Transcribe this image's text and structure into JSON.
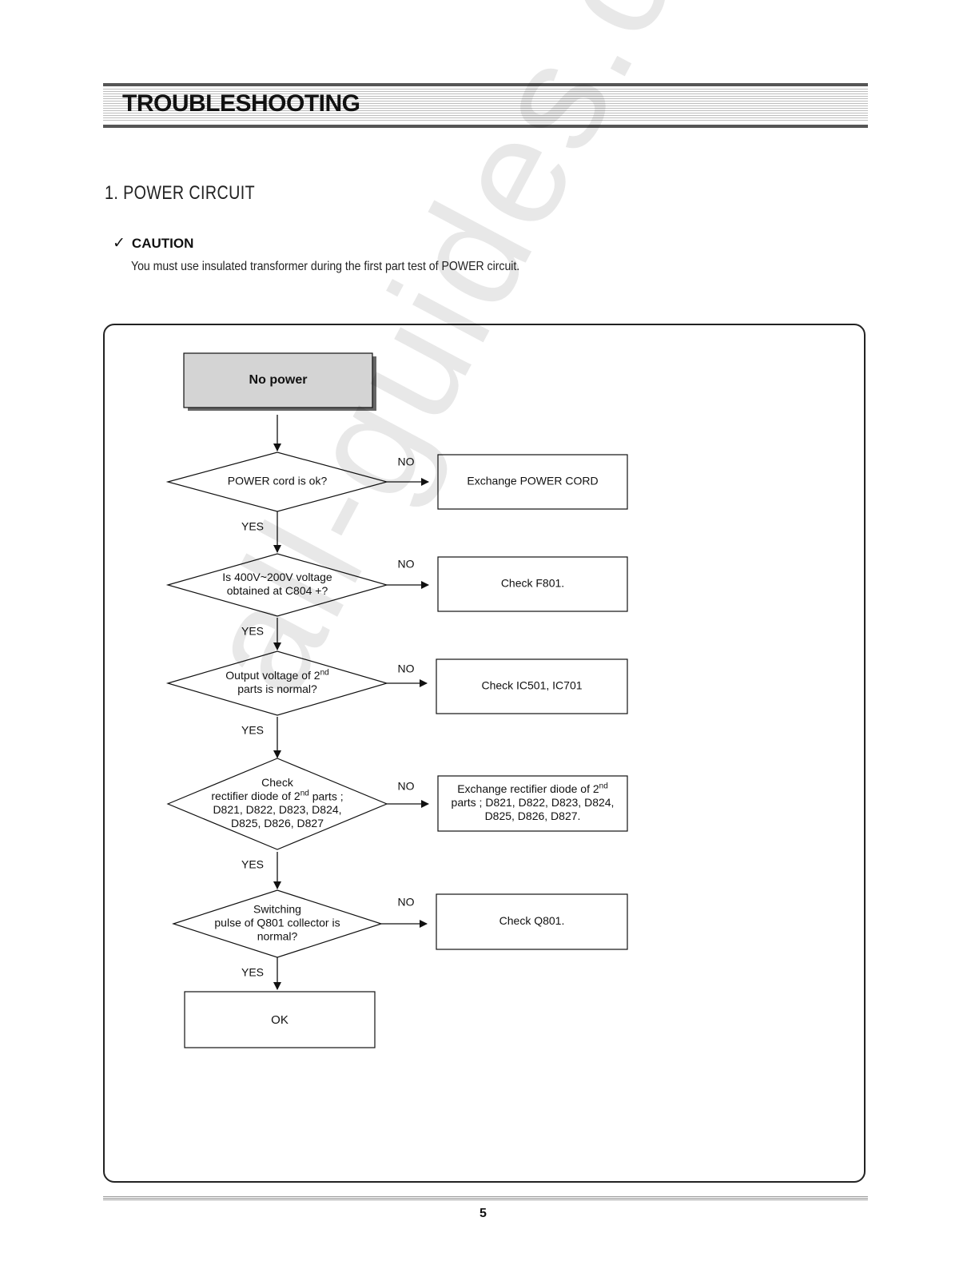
{
  "header": {
    "title": "TROUBLESHOOTING"
  },
  "section": {
    "title": "1. POWER CIRCUIT"
  },
  "caution": {
    "icon": "checkmark-icon",
    "label": "CAUTION",
    "text": "You must use insulated transformer during the first part test of POWER circuit."
  },
  "watermark": "all-guides.com",
  "flowchart": {
    "start": "No power",
    "decisions": [
      {
        "lines": [
          "POWER cord is ok?"
        ],
        "no_action": [
          "Exchange POWER CORD"
        ]
      },
      {
        "lines": [
          "Is 400V~200V  voltage",
          "obtained at C804 +?"
        ],
        "no_action": [
          "Check F801."
        ]
      },
      {
        "lines": [
          "Output voltage of 2nd",
          "parts is normal?"
        ],
        "no_action": [
          "Check IC501, IC701"
        ]
      },
      {
        "lines": [
          "Check",
          "rectifier diode of 2nd parts ;",
          "D821, D822, D823, D824,",
          "D825, D826, D827"
        ],
        "no_action": [
          "Exchange  rectifier diode of 2nd",
          "parts ; D821, D822, D823, D824,",
          "D825, D826, D827."
        ]
      },
      {
        "lines": [
          "Switching",
          "pulse of Q801 collector is",
          "normal?"
        ],
        "no_action": [
          "Check Q801."
        ]
      }
    ],
    "yes_label": "YES",
    "no_label": "NO",
    "end": "OK"
  },
  "footer": {
    "page_number": "5"
  }
}
